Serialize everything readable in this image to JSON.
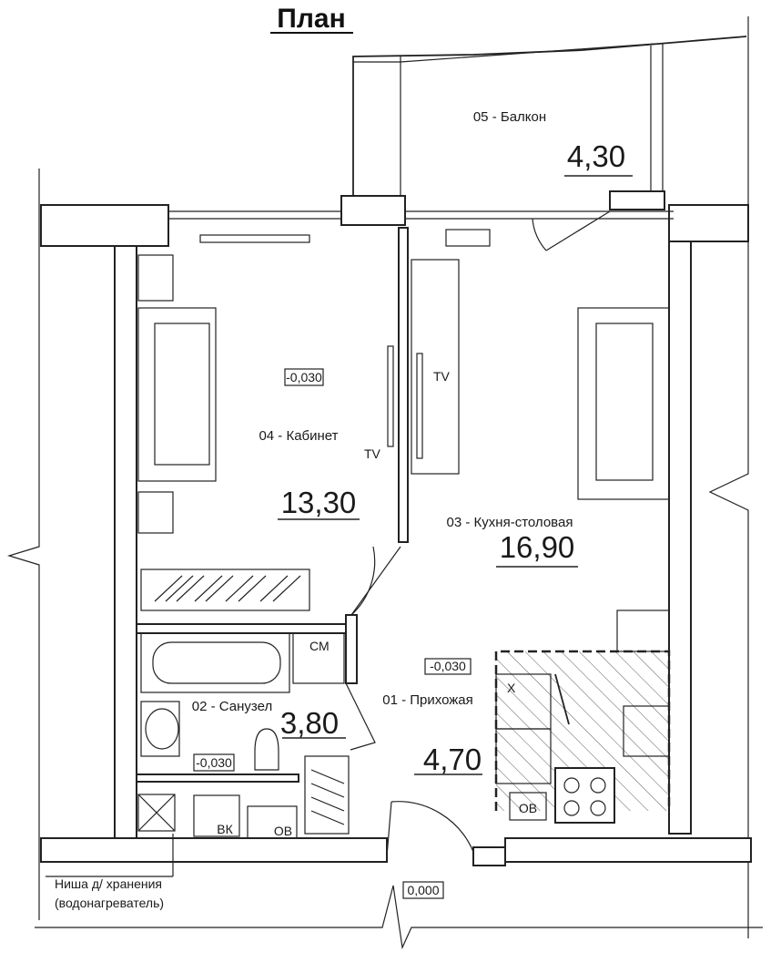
{
  "title": "План",
  "rooms": {
    "balcony": {
      "name": "05 - Балкон",
      "area": "4,30"
    },
    "office": {
      "name": "04 - Кабинет",
      "area": "13,30"
    },
    "kitchen": {
      "name": "03 - Кухня-столовая",
      "area": "16,90"
    },
    "bathroom": {
      "name": "02 - Санузел",
      "area": "3,80"
    },
    "hallway": {
      "name": "01 - Прихожая",
      "area": "4,70"
    }
  },
  "levels": {
    "office": "-0,030",
    "hallway": "-0,030",
    "bathroom": "-0,030",
    "entrance": "0,000"
  },
  "labels": {
    "tv_office": "TV",
    "tv_kitchen": "TV",
    "washing_machine": "СМ",
    "fridge": "Х",
    "vk": "ВК",
    "ov_bath": "ОВ",
    "ov_kitchen": "ОВ",
    "niche_line1": "Ниша д/ хранения",
    "niche_line2": "(водонагреватель)"
  }
}
